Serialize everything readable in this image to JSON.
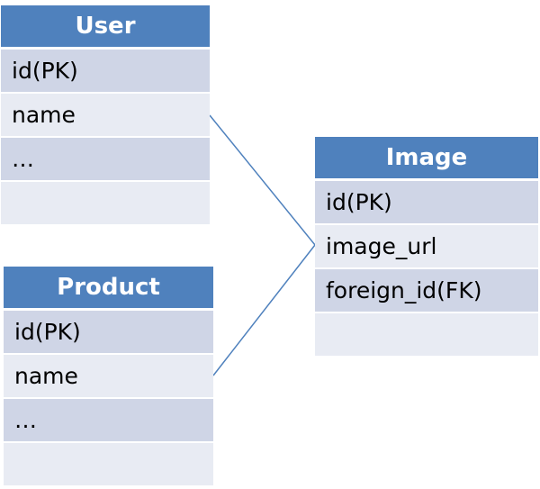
{
  "tables": [
    {
      "title": "User",
      "rows": [
        "id(PK)",
        "name",
        "…",
        ""
      ]
    },
    {
      "title": "Product",
      "rows": [
        "id(PK)",
        "name",
        "…",
        ""
      ]
    },
    {
      "title": "Image",
      "rows": [
        "id(PK)",
        "image_url",
        "foreign_id(FK)",
        ""
      ]
    }
  ],
  "colors": {
    "header": "#4f81bd",
    "row_dark": "#cfd5e6",
    "row_light": "#e8ebf3",
    "connector": "#4f81bd"
  }
}
